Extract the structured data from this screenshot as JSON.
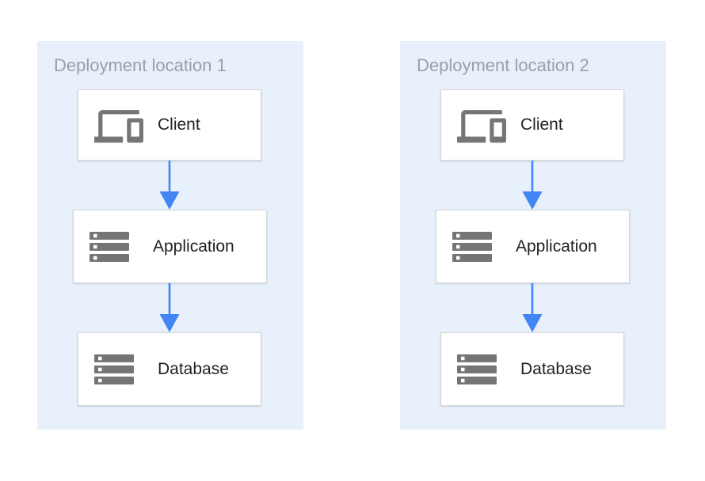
{
  "diagram": {
    "locations": [
      {
        "label": "Deployment location 1",
        "nodes": [
          {
            "label": "Client",
            "icon": "devices-icon"
          },
          {
            "label": "Application",
            "icon": "storage-icon"
          },
          {
            "label": "Database",
            "icon": "storage-icon"
          }
        ]
      },
      {
        "label": "Deployment location 2",
        "nodes": [
          {
            "label": "Client",
            "icon": "devices-icon"
          },
          {
            "label": "Application",
            "icon": "storage-icon"
          },
          {
            "label": "Database",
            "icon": "storage-icon"
          }
        ]
      }
    ],
    "connections": [
      {
        "from": "Client",
        "to": "Application",
        "style": "arrow-down"
      },
      {
        "from": "Application",
        "to": "Database",
        "style": "arrow-down"
      }
    ],
    "colors": {
      "panel_bg": "#e7f0fb",
      "node_bg": "#ffffff",
      "node_border": "#d6d6d6",
      "icon_gray": "#757575",
      "heading_gray": "#9aa0a6",
      "label_dark": "#212121",
      "arrow_blue": "#4285f4"
    }
  }
}
